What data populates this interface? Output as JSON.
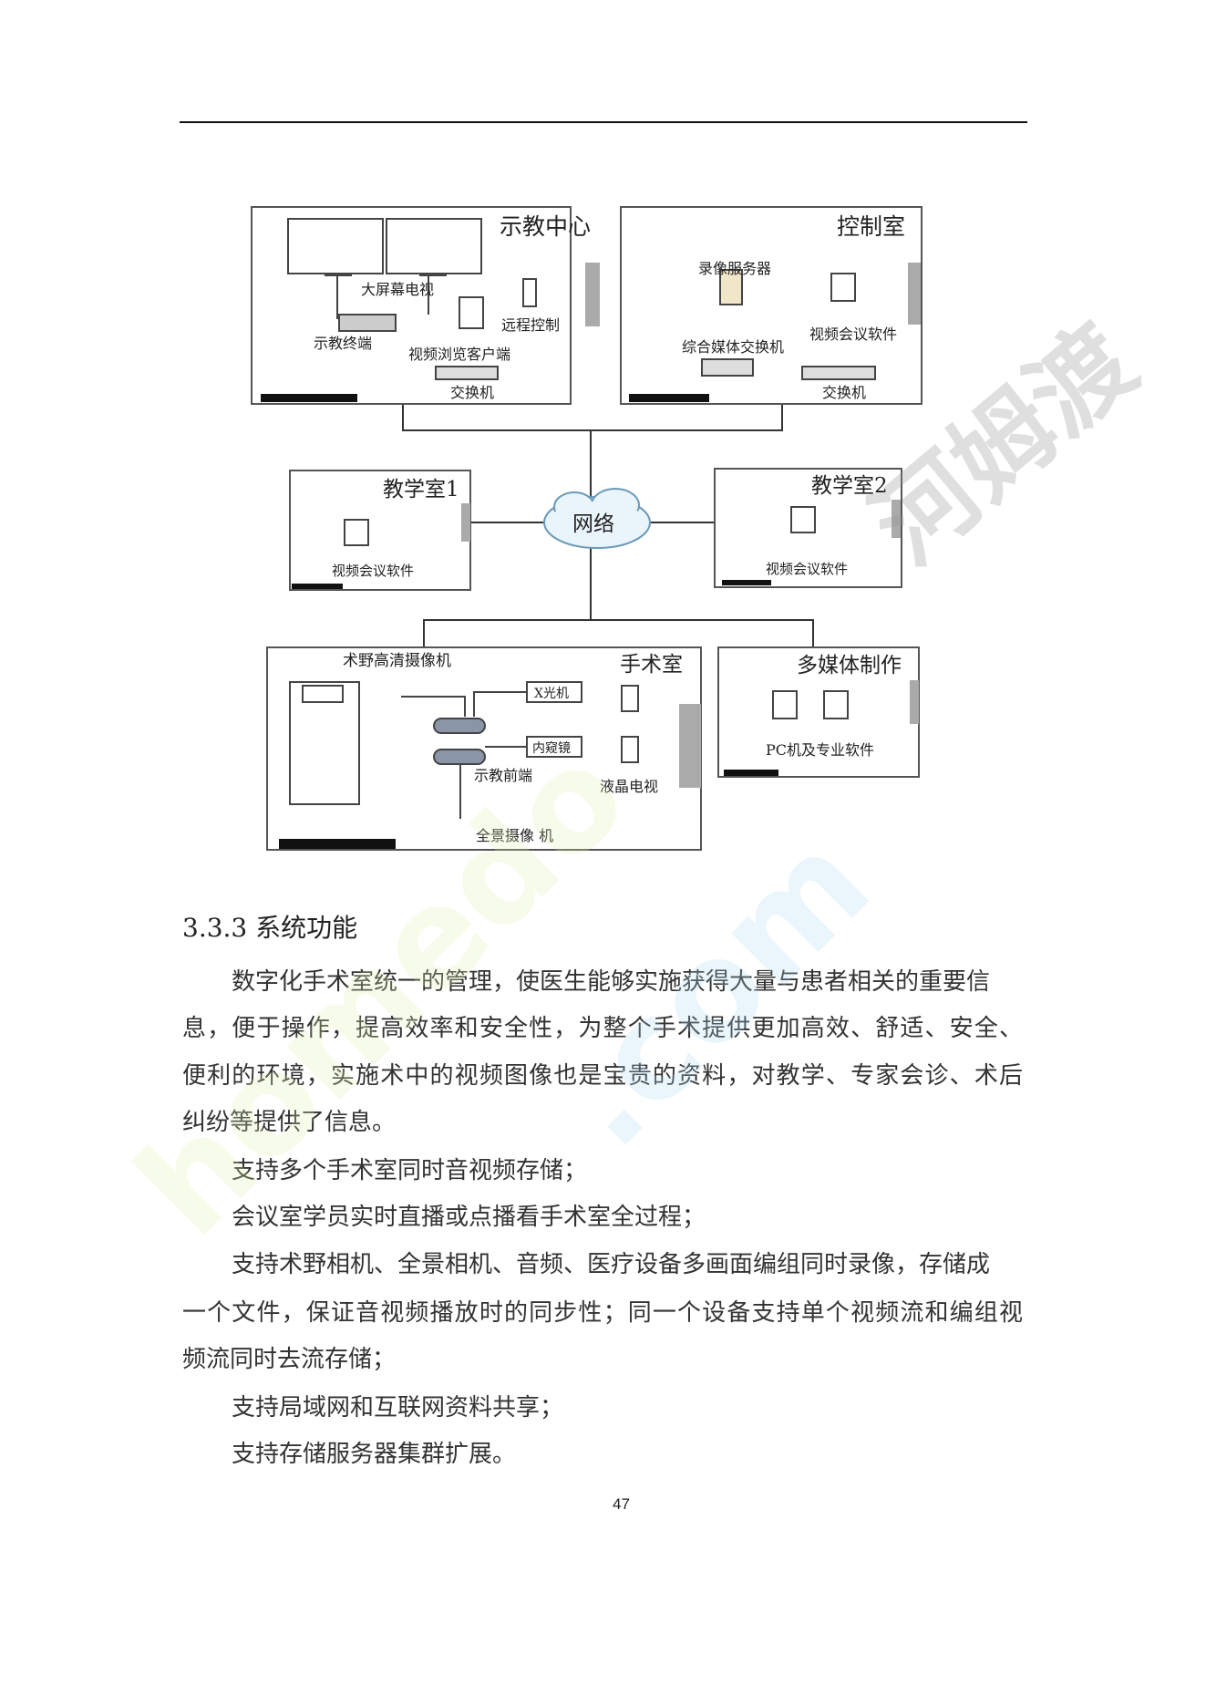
{
  "diagram": {
    "rooms": {
      "demo_center": {
        "title": "示教中心",
        "big_screen": "大屏幕电视",
        "remote": "远程控制",
        "terminal": "示教终端",
        "client": "视频浏览客户端",
        "switch": "交换机"
      },
      "control_room": {
        "title": "控制室",
        "recorder": "录像服务器",
        "video_conf": "视频会议软件",
        "media_switch": "综合媒体交换机",
        "switch": "交换机"
      },
      "classroom1": {
        "title": "教学室1",
        "software": "视频会议软件"
      },
      "classroom2": {
        "title": "教学室2",
        "software": "视频会议软件"
      },
      "network": "网络",
      "operating_room": {
        "title": "手术室",
        "field_camera": "术野高清摄像机",
        "xray": "X光机",
        "endoscope": "内窥镜",
        "front_end": "示教前端",
        "lcd_tv": "液晶电视",
        "pano_camera": "全景摄像 机"
      },
      "multimedia": {
        "title": "多媒体制作",
        "pc": "PC机及专业软件"
      }
    }
  },
  "section": {
    "heading": "3.3.3 系统功能",
    "lines": [
      "数字化手术室统一的管理，使医生能够实施获得大量与患者相关的重要信",
      "息，便于操作，提高效率和安全性，为整个手术提供更加高效、舒适、安全、",
      "便利的环境，实施术中的视频图像也是宝贵的资料，对教学、专家会诊、术后",
      "纠纷等提供了信息。",
      "支持多个手术室同时音视频存储；",
      "会议室学员实时直播或点播看手术室全过程；",
      "支持术野相机、全景相机、音频、医疗设备多画面编组同时录像，存储成",
      "一个文件，保证音视频播放时的同步性；同一个设备支持单个视频流和编组视",
      "频流同时去流存储；",
      "支持局域网和互联网资料共享；",
      "支持存储服务器集群扩展。"
    ]
  },
  "page_number": "47",
  "watermark": {
    "text": "homedo.com",
    "brand": "河姆渡"
  }
}
